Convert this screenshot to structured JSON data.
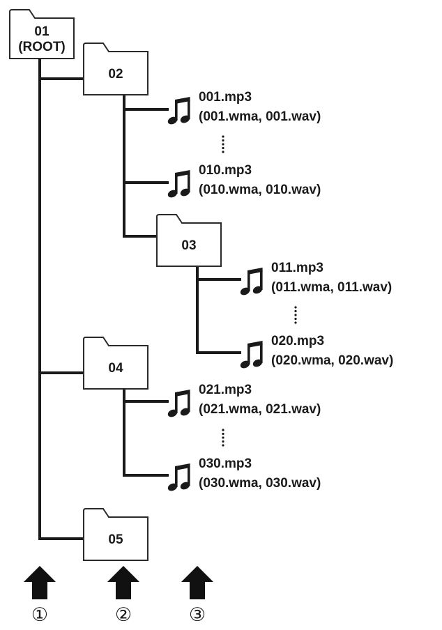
{
  "folders": [
    {
      "id": "f01",
      "lines": [
        "01",
        "(ROOT)"
      ]
    },
    {
      "id": "f02",
      "lines": [
        "02"
      ]
    },
    {
      "id": "f03",
      "lines": [
        "03"
      ]
    },
    {
      "id": "f04",
      "lines": [
        "04"
      ]
    },
    {
      "id": "f05",
      "lines": [
        "05"
      ]
    }
  ],
  "files": [
    {
      "id": "m001",
      "name": "001.mp3",
      "alt": "(001.wma, 001.wav)"
    },
    {
      "id": "m010",
      "name": "010.mp3",
      "alt": "(010.wma, 010.wav)"
    },
    {
      "id": "m011",
      "name": "011.mp3",
      "alt": "(011.wma, 011.wav)"
    },
    {
      "id": "m020",
      "name": "020.mp3",
      "alt": "(020.wma, 020.wav)"
    },
    {
      "id": "m021",
      "name": "021.mp3",
      "alt": "(021.wma, 021.wav)"
    },
    {
      "id": "m030",
      "name": "030.mp3",
      "alt": "(030.wma, 030.wav)"
    }
  ],
  "levels": [
    {
      "id": "level-1",
      "label": "①"
    },
    {
      "id": "level-2",
      "label": "②"
    },
    {
      "id": "level-3",
      "label": "③"
    }
  ],
  "icons": {
    "folder": "folder-icon",
    "file": "music-note-icon",
    "level": "up-arrow-icon",
    "gap": "vertical-ellipsis-icon"
  },
  "colors": {
    "ink": "#1a1a1a",
    "paper": "#ffffff"
  }
}
